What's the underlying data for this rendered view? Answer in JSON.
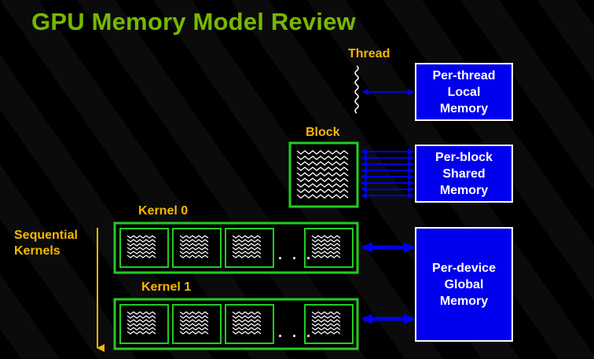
{
  "slide": {
    "title": "GPU Memory Model Review"
  },
  "labels": {
    "thread": "Thread",
    "block": "Block",
    "kernel0": "Kernel 0",
    "kernel1": "Kernel 1",
    "sequential_line1": "Sequential",
    "sequential_line2": "Kernels",
    "ellipsis": ". . ."
  },
  "memory": {
    "local": [
      "Per-thread",
      "Local",
      "Memory"
    ],
    "shared": [
      "Per-block",
      "Shared",
      "Memory"
    ],
    "global": [
      "Per-device",
      "Global",
      "Memory"
    ]
  },
  "colors": {
    "title": "#76b900",
    "label": "#f5b800",
    "memory_box": "#0000ee",
    "container_border": "#22cc22",
    "arrow": "#0000ee",
    "background": "#000000"
  }
}
